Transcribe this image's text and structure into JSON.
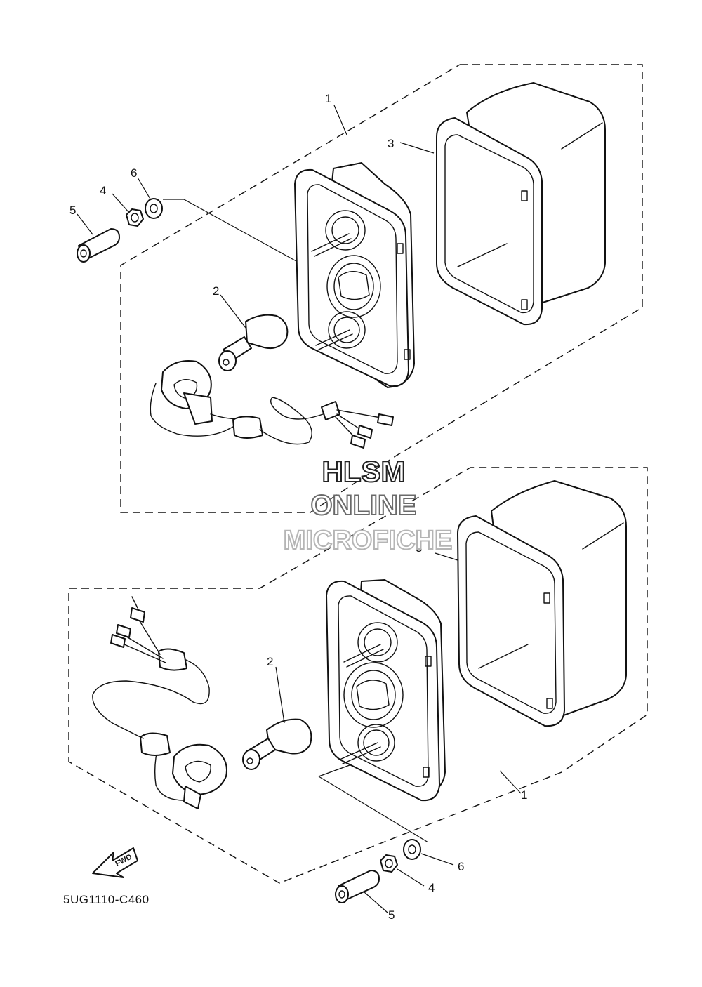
{
  "callouts": {
    "upper": {
      "c1": "1",
      "c2": "2",
      "c3": "3",
      "c4": "4",
      "c5": "5",
      "c6": "6"
    },
    "lower": {
      "c1": "1",
      "c2": "2",
      "c3": "3",
      "c4": "4",
      "c5": "5",
      "c6": "6"
    }
  },
  "fwd_label": "FWD",
  "diagram_code": "5UG1110-C460",
  "watermark": {
    "line1": "HLSM",
    "line2": "ONLINE",
    "line3": "MICROFICHE"
  }
}
